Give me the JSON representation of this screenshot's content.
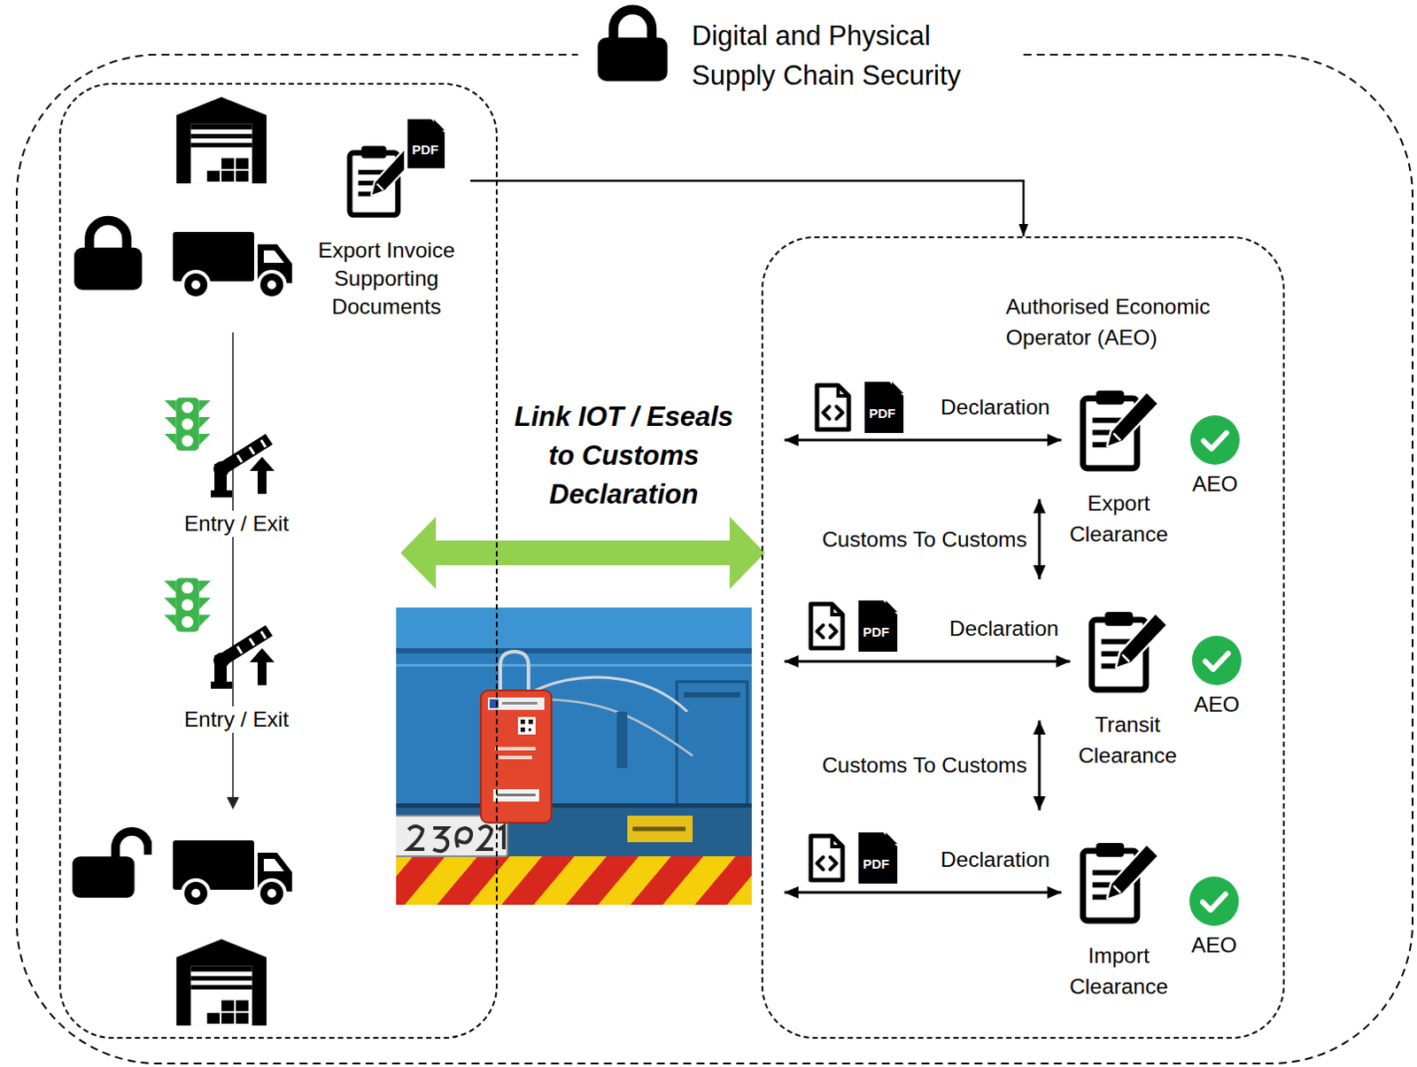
{
  "diagram": {
    "nodes": [
      {
        "text": [
          "Digital and Physical Supply Chain Security"
        ]
      },
      {
        "text": [
          "Entry / Exit",
          "Entry / Exit"
        ],
        "in": 0
      },
      {
        "text": [
          "Export Invoice Supporting Documents"
        ],
        "in": 1
      },
      {
        "text": [
          "Authorised Economic Operator (AEO)"
        ],
        "in": 0
      },
      {
        "text": [
          "Export Clearance"
        ],
        "in": 3
      },
      {
        "text": [
          "Transit Clearance"
        ],
        "in": 3
      },
      {
        "text": [
          "Import Clearance"
        ],
        "in": 3
      }
    ],
    "edges": [
      {
        "from": 2,
        "to": 3,
        "arrow": "to"
      },
      {
        "from": 1,
        "to": 3,
        "arrow": "both",
        "label": "Link IOT / Eseals to Customs Declaration"
      },
      {
        "from": 3,
        "to": 4,
        "arrow": "both",
        "label": "Declaration"
      },
      {
        "from": 3,
        "to": 5,
        "arrow": "both",
        "label": "Declaration"
      },
      {
        "from": 3,
        "to": 6,
        "arrow": "both",
        "label": "Declaration"
      },
      {
        "from": 4,
        "to": 5,
        "arrow": "both",
        "label": "Customs To Customs"
      },
      {
        "from": 5,
        "to": 6,
        "arrow": "both",
        "label": "Customs To Customs"
      }
    ],
    "labels": [
      "PDF",
      "PDF",
      "PDF",
      "PDF",
      "AEO",
      "AEO",
      "AEO"
    ]
  }
}
